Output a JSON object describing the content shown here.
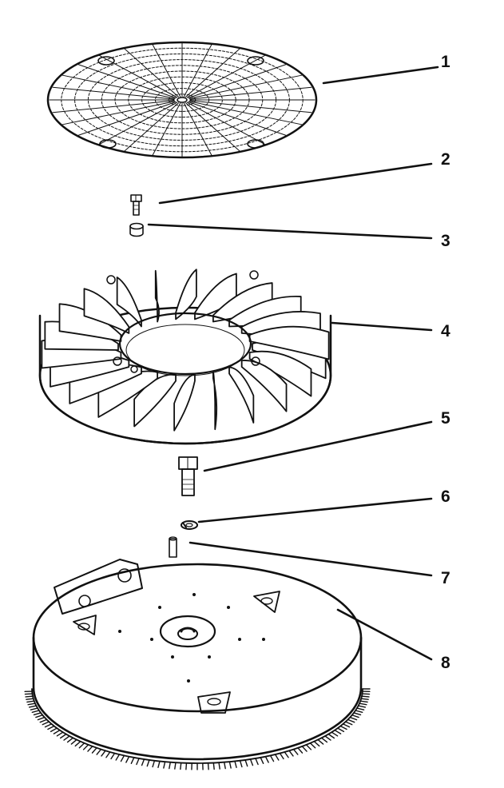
{
  "diagram": {
    "colors": {
      "ink": "#111111",
      "paper": "#ffffff",
      "shade": "#d8d8d8"
    },
    "parts": [
      {
        "id": "screen",
        "callout": "1"
      },
      {
        "id": "small-bolt",
        "callout": "2"
      },
      {
        "id": "small-spacer",
        "callout": "3"
      },
      {
        "id": "fan",
        "callout": "4"
      },
      {
        "id": "large-bolt",
        "callout": "5"
      },
      {
        "id": "washer",
        "callout": "6"
      },
      {
        "id": "pin",
        "callout": "7"
      },
      {
        "id": "flywheel",
        "callout": "8"
      }
    ]
  }
}
